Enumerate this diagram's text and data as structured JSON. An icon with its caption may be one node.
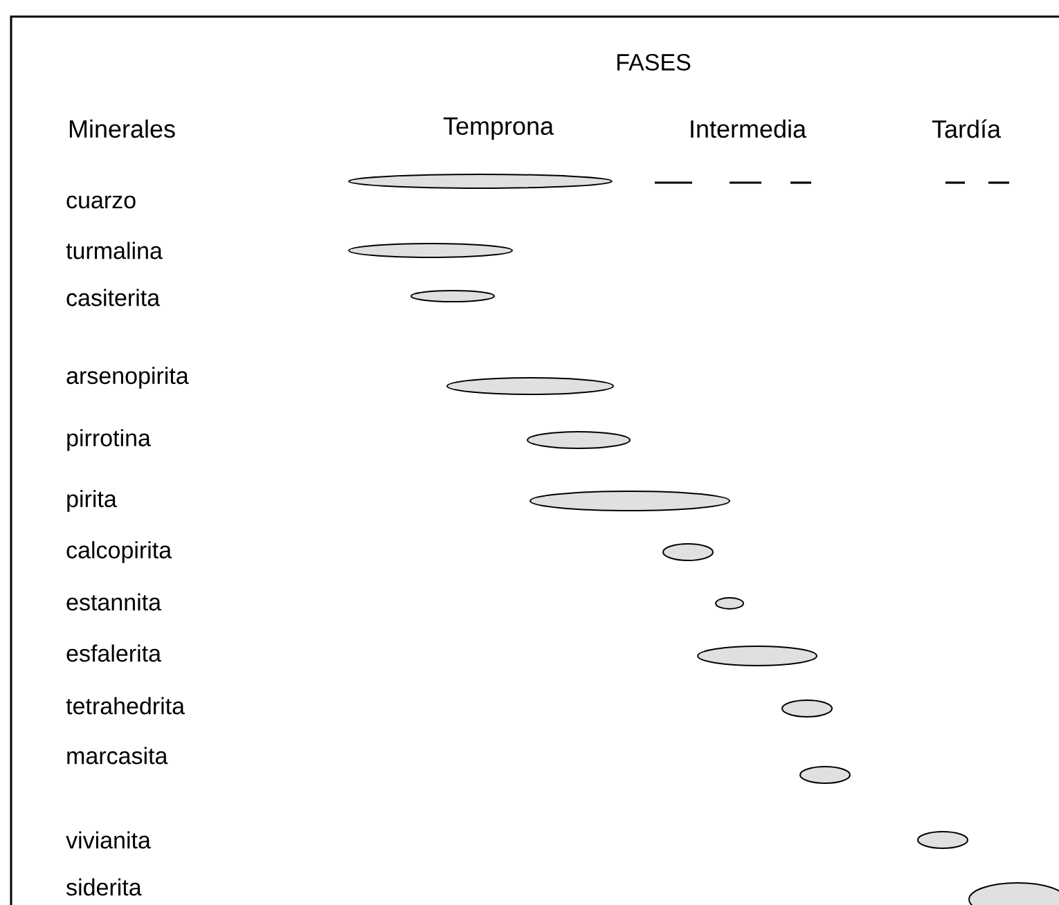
{
  "diagram": {
    "title": "FASES",
    "labels": [
      "Minerales",
      "Temprona",
      "Intermedia",
      "Tardía",
      "cuarzo",
      "turmalina",
      "casiterita",
      "arsenopirita",
      "pirrotina",
      "pirita",
      "calcopirita",
      "estannita",
      "esfalerita",
      "tetrahedrita",
      "marcasita",
      "vivianita",
      "siderita"
    ]
  }
}
